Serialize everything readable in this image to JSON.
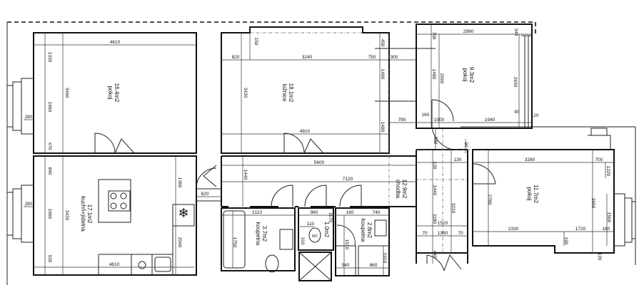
{
  "rooms": {
    "r1": {
      "area": "16.4m2",
      "name": "pokoj"
    },
    "r2": {
      "area": "18.1m2",
      "name": "ložnice"
    },
    "r3": {
      "area": "9.3m2",
      "name": "pokoj"
    },
    "kitchen": {
      "area": "17.1m2",
      "name": "kuchň+jídelna"
    },
    "hall": {
      "area": "12.9m2",
      "name": "chodba"
    },
    "bath1": {
      "area": "3.7m2",
      "name": "koupelna"
    },
    "wc": {
      "area": "1.0m2",
      "name": "WC"
    },
    "bath2": {
      "area": "2.8m2",
      "name": "koupelna"
    },
    "r4": {
      "area": "11.7m2",
      "name": "pokoj"
    }
  },
  "dims_h": [
    "4610",
    "280",
    "4610",
    "280",
    "620",
    "820",
    "3240",
    "750",
    "300",
    "4810",
    "790",
    "2990",
    "160",
    "1000",
    "1940",
    "90",
    "120",
    "5600",
    "7120",
    "2110",
    "960",
    "110",
    "180",
    "740",
    "540",
    "860",
    "130",
    "1520",
    "70",
    "1390",
    "70",
    "3280",
    "700",
    "2330",
    "1720",
    "160"
  ],
  "dims_v": [
    "1330",
    "3460",
    "1660",
    "470",
    "840",
    "1660",
    "3420",
    "920",
    "1360",
    "2040",
    "150",
    "450",
    "3420",
    "1480",
    "1480",
    "700",
    "340",
    "1480",
    "2990",
    "2630",
    "580",
    "1440",
    "1750",
    "1170",
    "310",
    "1910",
    "1910",
    "90",
    "120",
    "1440",
    "3210",
    "1180",
    "440",
    "1220",
    "2780",
    "2950",
    "1500",
    "190",
    "120"
  ]
}
